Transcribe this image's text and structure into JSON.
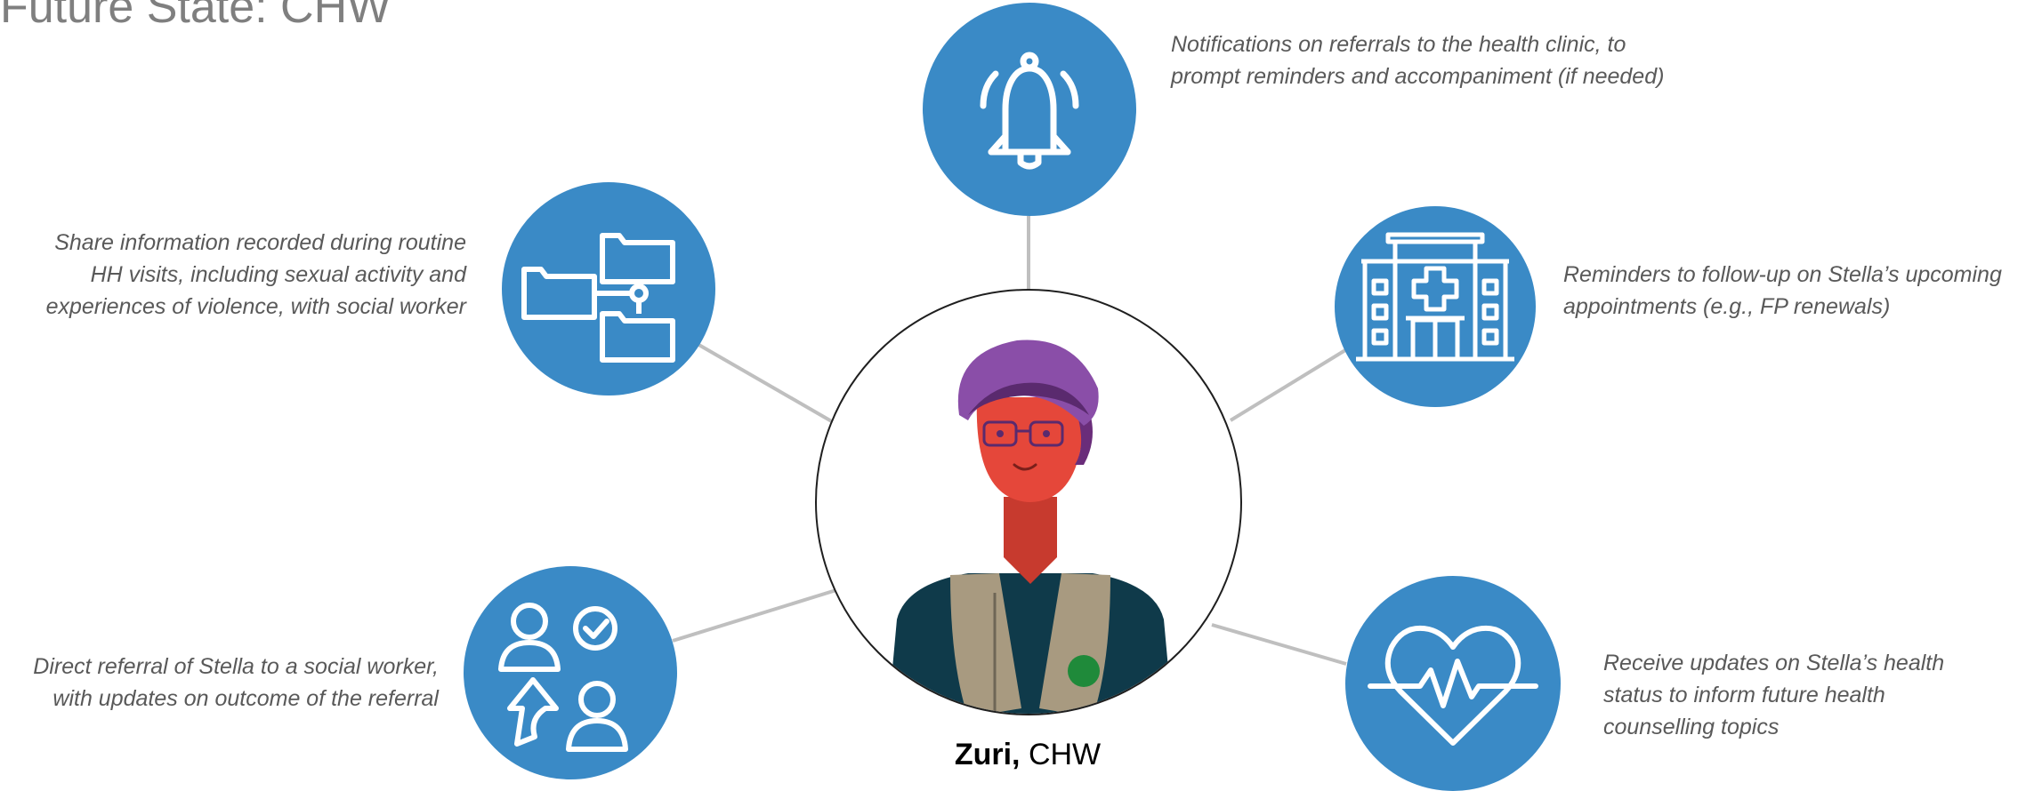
{
  "title": "Future State: CHW",
  "center": {
    "name": "Zuri,",
    "role": "CHW",
    "illustration": "chw-avatar"
  },
  "colors": {
    "accent": "#3a8ac6",
    "connector": "#bfbfbf",
    "text": "#595959"
  },
  "nodes": [
    {
      "icon": "bell-icon",
      "text": "Notifications on referrals to the health clinic, to prompt reminders and accompaniment (if needed)"
    },
    {
      "icon": "folder-network-icon",
      "text": "Share information recorded during routine HH visits, including sexual activity and experiences of violence, with social worker"
    },
    {
      "icon": "hospital-icon",
      "text": "Reminders to follow-up on Stella’s upcoming appointments (e.g., FP renewals)"
    },
    {
      "icon": "people-referral-icon",
      "text": "Direct referral of Stella to a social worker, with updates on outcome of the referral"
    },
    {
      "icon": "heart-pulse-icon",
      "text": "Receive updates on Stella’s health status to inform future health counselling topics"
    }
  ]
}
